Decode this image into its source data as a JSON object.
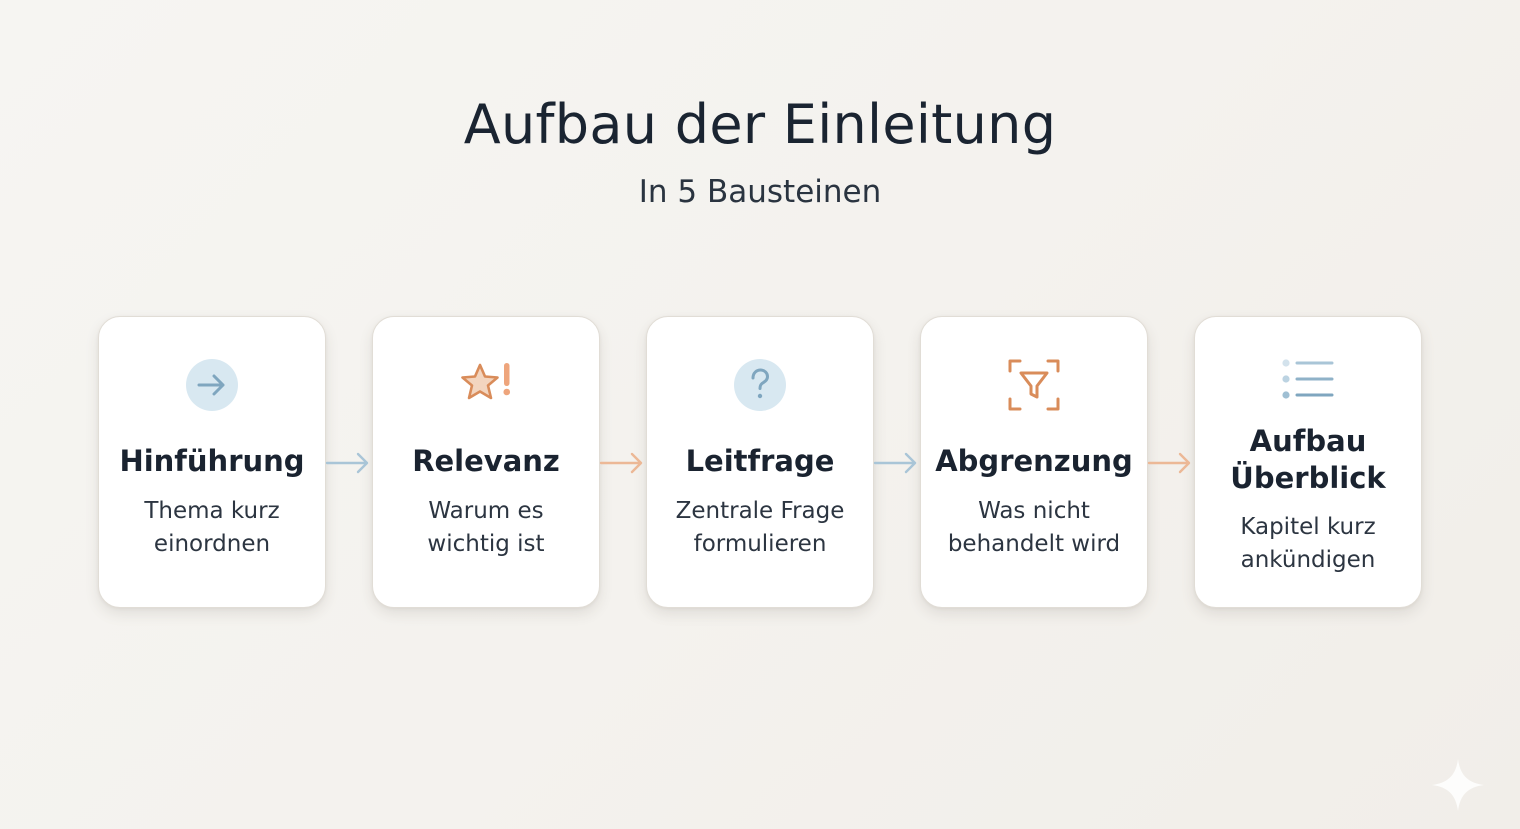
{
  "header": {
    "title": "Aufbau der Einleitung",
    "subtitle": "In 5 Bausteinen"
  },
  "steps": [
    {
      "title": "Hinführung",
      "desc_line1": "Thema kurz",
      "desc_line2": "einordnen",
      "icon": "arrow-right-icon"
    },
    {
      "title": "Relevanz",
      "desc_line1": "Warum es",
      "desc_line2": "wichtig ist",
      "icon": "star-exclamation-icon"
    },
    {
      "title": "Leitfrage",
      "desc_line1": "Zentrale Frage",
      "desc_line2": "formulieren",
      "icon": "question-icon"
    },
    {
      "title": "Abgrenzung",
      "desc_line1": "Was nicht",
      "desc_line2": "behandelt wird",
      "icon": "filter-frame-icon"
    },
    {
      "title_line1": "Aufbau",
      "title_line2": "Überblick",
      "desc_line1": "Kapitel kurz",
      "desc_line2": "ankündigen",
      "icon": "list-icon"
    }
  ],
  "colors": {
    "blue_accent": "#8fb1c7",
    "orange_accent": "#e3a179",
    "icon_circle": "#d6e8f1"
  }
}
